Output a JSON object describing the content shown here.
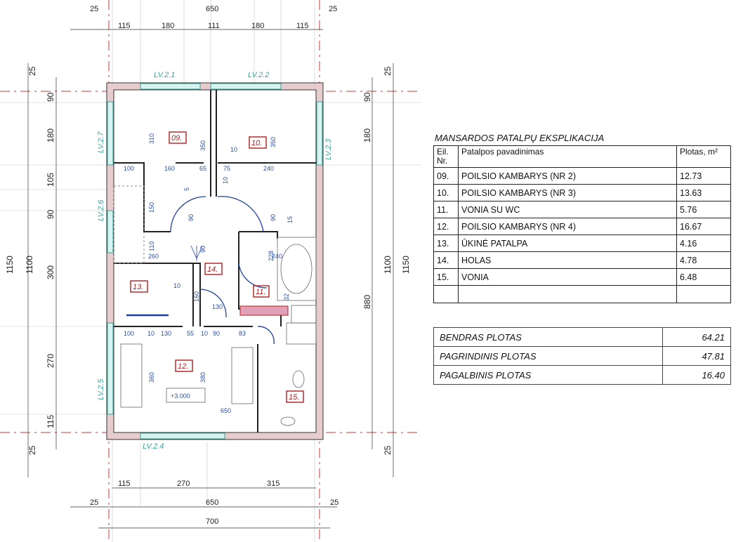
{
  "dims": {
    "top": {
      "left25": "25",
      "total650": "650",
      "right25": "25",
      "seg": [
        "115",
        "180",
        "111",
        "180",
        "115"
      ]
    },
    "bottom": {
      "seg": [
        "115",
        "270",
        "315"
      ],
      "left25": "25",
      "total650": "650",
      "right25": "25",
      "total700": "700"
    },
    "left": {
      "top25": "25",
      "seg": [
        "90",
        "180",
        "105",
        "90",
        "300",
        "270",
        "115"
      ],
      "total1100": "1100",
      "total1150": "1150",
      "bottom25": "25"
    },
    "right": {
      "top25": "25",
      "seg": [
        "90",
        "180"
      ],
      "dim880": "880",
      "total1100": "1100",
      "total1150": "1150",
      "bottom25": "25"
    }
  },
  "windows": [
    "LV.2.1",
    "LV.2.2",
    "LV.2.3",
    "LV.2.7",
    "LV.2.6",
    "LV.2.5",
    "LV.2.4"
  ],
  "inner_dims": {
    "a310": "310",
    "a350": "350",
    "a10": "10",
    "a350b": "350",
    "row1": [
      "100",
      "160",
      "65",
      "75",
      "240"
    ],
    "a5": "5",
    "a10b": "10",
    "a150": "150",
    "a90": "90",
    "a90b": "90",
    "a15": "15",
    "a110": "110",
    "a260": "260",
    "a90c": "90",
    "a228": "228",
    "a240": "240",
    "a10c": "10",
    "a160": "160",
    "a32": "32",
    "a130": "130",
    "row2": [
      "100",
      "10",
      "130",
      "55",
      "10",
      "90",
      "83"
    ],
    "a360": "360",
    "a380": "380",
    "a650": "650"
  },
  "rooms_on_plan": [
    "09.",
    "10.",
    "11.",
    "12.",
    "13.",
    "14.",
    "15."
  ],
  "level_mark": "+3.000",
  "explication": {
    "title": "MANSARDOS PATALPŲ EKSPLIKACIJA",
    "headers": {
      "no": "Eil. Nr.",
      "name": "Patalpos pavadinimas",
      "area": "Plotas, m²"
    },
    "rows": [
      {
        "no": "09.",
        "name": "POILSIO KAMBARYS (NR 2)",
        "area": "12.73"
      },
      {
        "no": "10.",
        "name": "POILSIO KAMBARYS (NR 3)",
        "area": "13.63"
      },
      {
        "no": "11.",
        "name": "VONIA SU WC",
        "area": "5.76"
      },
      {
        "no": "12.",
        "name": "POILSIO KAMBARYS (NR 4)",
        "area": "16.67"
      },
      {
        "no": "13.",
        "name": "ŪKINĖ PATALPA",
        "area": "4.16"
      },
      {
        "no": "14.",
        "name": "HOLAS",
        "area": "4.78"
      },
      {
        "no": "15.",
        "name": "VONIA",
        "area": "6.48"
      }
    ],
    "totals": [
      {
        "label": "BENDRAS PLOTAS",
        "value": "64.21"
      },
      {
        "label": "PAGRINDINIS PLOTAS",
        "value": "47.81"
      },
      {
        "label": "PAGALBINIS PLOTAS",
        "value": "16.40"
      }
    ]
  },
  "colors": {
    "wall": "#8a5a5a",
    "window": "#7fd0c6",
    "axis": "#c43a3a",
    "blue": "#1f3fa0",
    "room_box": "#b02020"
  }
}
